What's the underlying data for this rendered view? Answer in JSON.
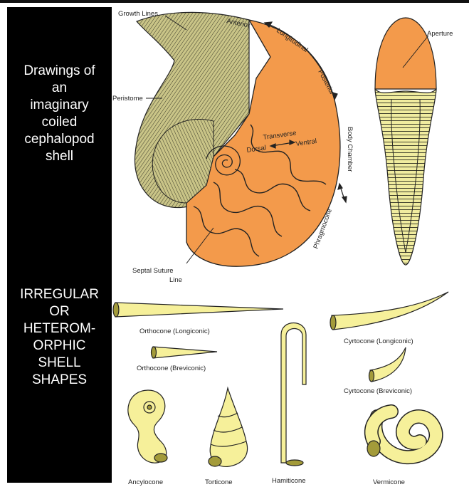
{
  "sidebar": {
    "title_top": "Drawings of\nan\nimaginary\ncoiled\ncephalopod\nshell",
    "title_bottom": "IRREGULAR\nOR\nHETEROM-\nORPHIC\nSHELL\nSHAPES"
  },
  "colors": {
    "shell_orange": "#f39a4b",
    "shell_olive": "#c9c487",
    "cone_yellow": "#f6f09a",
    "sidebar": "#000000"
  },
  "top_diagram": {
    "labels": {
      "growth_lines": "Growth Lines",
      "anterior": "Anterior",
      "longitudinal": "Longitudinal",
      "posterior": "Posterior",
      "peristome": "Peristome",
      "transverse": "Transverse",
      "dorsal": "Dorsal",
      "ventral": "Ventral",
      "body_chamber": "Body Chamber",
      "phragmocone": "Phragmocone",
      "septal_suture_line_1": "Septal Suture",
      "septal_suture_line_2": "Line",
      "aperture": "Aperture"
    }
  },
  "bottom_diagram": {
    "labels": {
      "orthocone_longiconic": "Orthocone (Longiconic)",
      "orthocone_breviconic": "Orthocone (Breviconic)",
      "cyrtocone_longiconic": "Cyrtocone (Longiconic)",
      "cyrtocone_breviconic": "Cyrtocone (Breviconic)",
      "ancylocone": "Ancylocone",
      "torticone": "Torticone",
      "hamiticone": "Hamiticone",
      "vermicone": "Vermicone"
    }
  }
}
